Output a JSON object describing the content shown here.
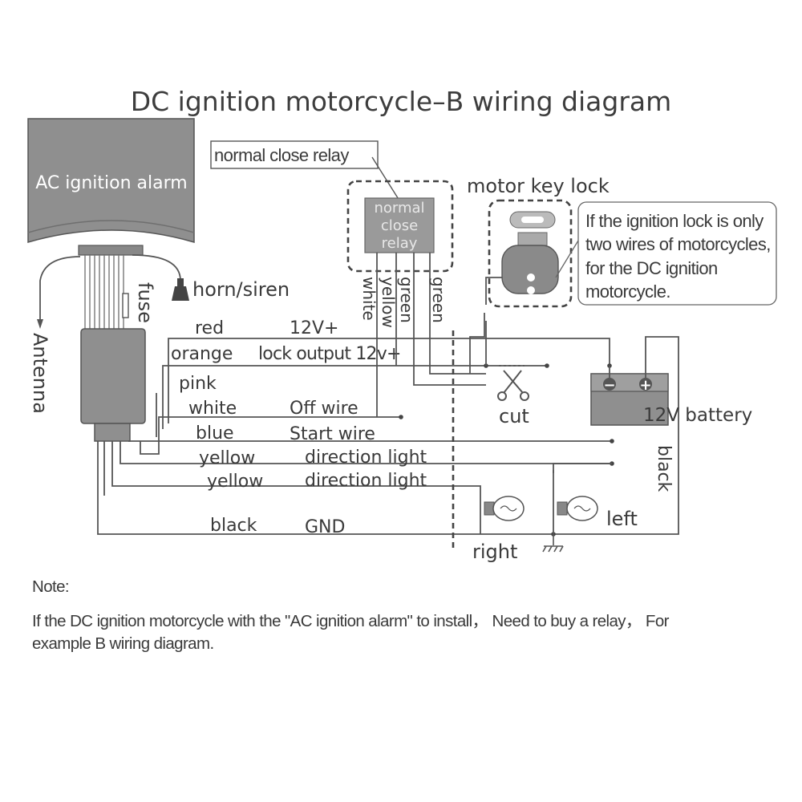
{
  "title": "DC ignition motorcycle–B wiring diagram",
  "alarm": {
    "label": "AC ignition alarm",
    "antenna": "Antenna",
    "fuse": "fuse",
    "horn": "horn/siren"
  },
  "relay": {
    "callout": "normal close relay",
    "box": [
      "normal",
      "close",
      "relay"
    ],
    "pins": [
      "white",
      "yellow",
      "green",
      "green"
    ]
  },
  "key_lock": {
    "label": "motor key lock",
    "callout": [
      "If the ignition lock is only",
      "two wires of motorcycles,",
      "for the DC ignition",
      "motorcycle."
    ]
  },
  "wires": [
    {
      "color": "red",
      "signal": "12V+"
    },
    {
      "color": "orange",
      "signal": "lock output 12v+"
    },
    {
      "color": "pink",
      "signal": ""
    },
    {
      "color": "white",
      "signal": "Off wire"
    },
    {
      "color": "blue",
      "signal": "Start wire"
    },
    {
      "color": "yellow",
      "signal": "direction light"
    },
    {
      "color": "yellow",
      "signal": "direction light"
    },
    {
      "color": "black",
      "signal": "GND"
    }
  ],
  "cut_label": "cut",
  "battery": {
    "label": "12V battery",
    "neg": "−",
    "pos": "+",
    "ground_wire": "black"
  },
  "lamps": {
    "right": "right",
    "left": "left"
  },
  "note": {
    "heading": "Note:",
    "line1": "If the DC ignition motorcycle with the \"AC ignition alarm\" to install， Need to buy a relay， For",
    "line2": "example B wiring diagram."
  }
}
